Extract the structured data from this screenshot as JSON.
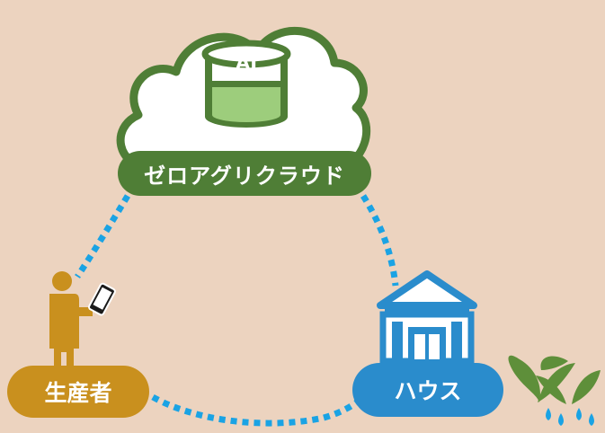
{
  "cloud": {
    "label": "ゼロアグリクラウド",
    "db_label": "AI"
  },
  "producer": {
    "label": "生産者"
  },
  "house": {
    "label": "ハウス"
  },
  "colors": {
    "background": "#ecd3bf",
    "cloud_green": "#4f7e36",
    "db_light_green": "#9dcd7c",
    "producer_orange": "#c9901e",
    "house_blue": "#2a8ccc",
    "dotted_link": "#1aa3e4",
    "plant_green": "#5e8f3a",
    "water_drop": "#1aa3e4"
  },
  "icons": [
    "cloud-icon",
    "database-icon",
    "person-icon",
    "smartphone-icon",
    "greenhouse-icon",
    "plant-icon",
    "water-drop-icon"
  ]
}
